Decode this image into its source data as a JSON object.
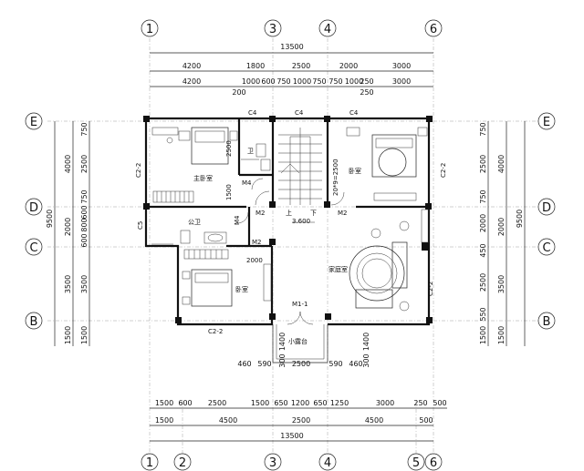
{
  "axes": {
    "top": [
      "1",
      "3",
      "4",
      "6"
    ],
    "bottom": [
      "1",
      "2",
      "3",
      "4",
      "5",
      "6"
    ],
    "left": [
      "E",
      "D",
      "C",
      "B"
    ],
    "right": [
      "E",
      "D",
      "C",
      "B"
    ]
  },
  "dims_top": {
    "total": "13500",
    "row1": [
      "4200",
      "1800",
      "2500",
      "2000",
      "3000"
    ],
    "row2": [
      "4200",
      "1000",
      "600",
      "750",
      "1000",
      "750",
      "750",
      "1000",
      "250",
      "3000"
    ],
    "extra": [
      "200",
      "250"
    ]
  },
  "dims_bottom": {
    "row1": [
      "1500",
      "600",
      "2500",
      "1500",
      "650",
      "1200",
      "650",
      "1250",
      "3000",
      "250",
      "500"
    ],
    "row2": [
      "1500",
      "4500",
      "2500",
      "4500",
      "500"
    ],
    "total": "13500"
  },
  "dims_left": {
    "total": "9500",
    "outer": [
      "4000",
      "2000",
      "3500",
      "1500"
    ],
    "inner": [
      "750",
      "2500",
      "750",
      "600",
      "800",
      "600",
      "3500",
      "1500"
    ]
  },
  "dims_right": {
    "total": "9500",
    "outer": [
      "4000",
      "2000",
      "3500",
      "1500"
    ],
    "inner": [
      "750",
      "2500",
      "750",
      "2000",
      "450",
      "2500",
      "550",
      "1500"
    ]
  },
  "balcony_dims": [
    "460",
    "590",
    "2500",
    "590",
    "460",
    "1400",
    "1400",
    "300",
    "300"
  ],
  "rooms": {
    "master_bedroom": "主卧室",
    "wc": "卫",
    "public_wc": "公卫",
    "bedroom_right": "卧室",
    "bedroom_left": "卧室",
    "family_room": "家庭室",
    "balcony": "小露台"
  },
  "tags": {
    "c4": [
      "C4",
      "C4",
      "C4"
    ],
    "c2_2": [
      "C2-2",
      "C2-2",
      "C2-2",
      "C2-2"
    ],
    "m4": [
      "M4",
      "M4"
    ],
    "m2": [
      "M2",
      "M2",
      "M2"
    ],
    "m1_1": "M1-1",
    "c5": "C5",
    "up": "上",
    "down": "下",
    "level": "3.600",
    "stair": "20*9=2500",
    "d2500": "2500",
    "d1500": "1500",
    "d2000": "2000"
  }
}
